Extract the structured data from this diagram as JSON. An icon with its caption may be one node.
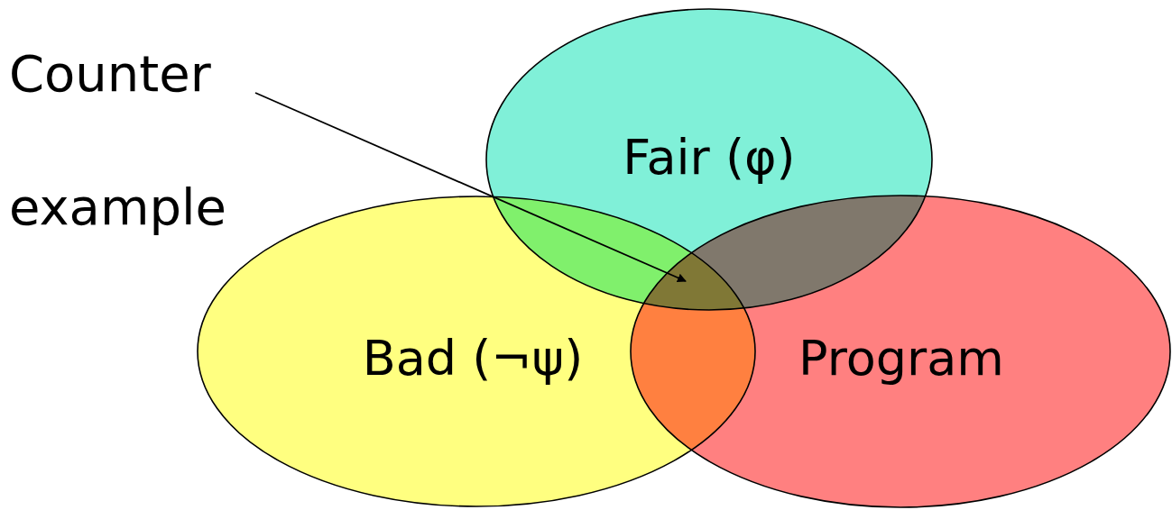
{
  "diagram": {
    "nodes": [
      {
        "text": [
          "Counter example"
        ]
      },
      {
        "text": [
          "Fair (φ)"
        ]
      },
      {
        "text": [
          "Bad (¬ψ)"
        ]
      },
      {
        "text": [
          "Program"
        ]
      }
    ],
    "edges": [
      {
        "from": 0,
        "to": 1,
        "arrow": "to"
      }
    ]
  }
}
